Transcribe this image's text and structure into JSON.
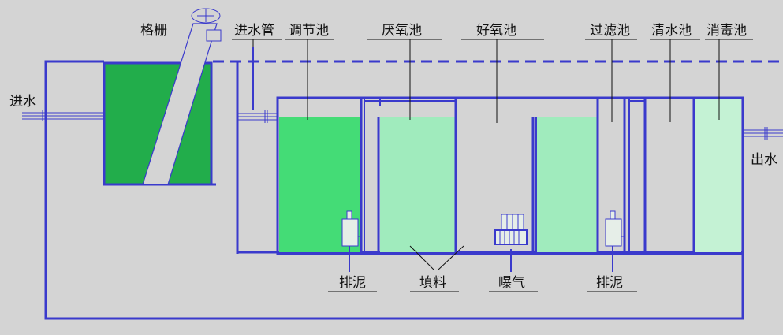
{
  "labels": {
    "grille": "格栅",
    "inlet_pipe": "进水管",
    "regulating_tank": "调节池",
    "anoxic_tank": "厌氧池",
    "aerobic_tank": "好氧池",
    "filter_tank": "过滤池",
    "clear_water_tank": "清水池",
    "disinfection_tank": "消毒池",
    "inlet": "进水",
    "outlet": "出水",
    "sludge_left": "排泥",
    "filler": "填料",
    "aeration": "曝气",
    "sludge_right": "排泥"
  },
  "colors": {
    "background": "#d4d4d4",
    "outline": "#3a3acc",
    "grille_fill": "#22ad4b",
    "regulating_fill": "#44dc76",
    "bio_fill": "#a0ebbd",
    "disinfect_fill": "#c4f2d4",
    "pump_fill": "#e6eee8"
  }
}
